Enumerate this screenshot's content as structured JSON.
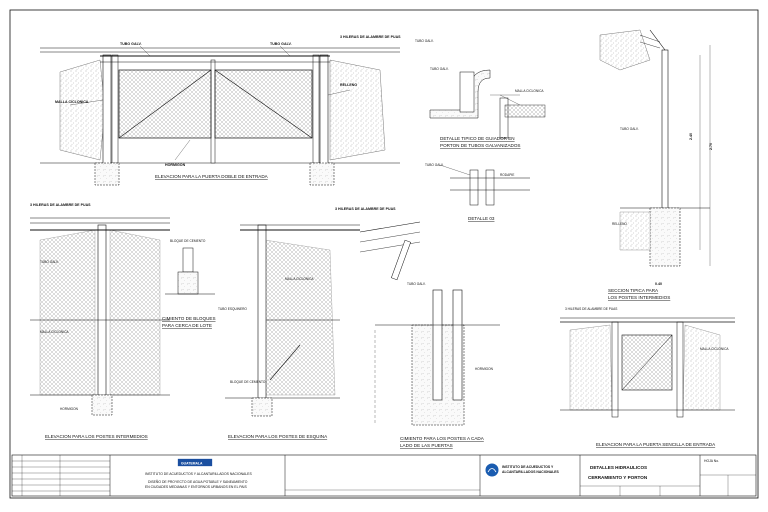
{
  "drawing": {
    "details": [
      {
        "id": "doble",
        "caption": "ELEVACION PARA LA PUERTA DOBLE DE ENTRADA"
      },
      {
        "id": "guiador",
        "caption": "DETALLE TIPICO DE GUIADOR EN",
        "caption2": "PORTON DE TUBOS GALVANIZADOS"
      },
      {
        "id": "d3",
        "caption": "DETALLE 03"
      },
      {
        "id": "seccion",
        "caption": "SECCION TIPICA PARA",
        "caption2": "LOS POSTES INTERMEDIOS"
      },
      {
        "id": "intermedios",
        "caption": "ELEVACION PARA LOS POSTES INTERMEDIOS"
      },
      {
        "id": "bloques",
        "caption": "CIMIENTO DE BLOQUES",
        "caption2": "PARA CERCA DE LOTE"
      },
      {
        "id": "esquina",
        "caption": "ELEVACION PARA LOS POSTES DE ESQUINA"
      },
      {
        "id": "cimiento",
        "caption": "CIMIENTO PARA LOS POSTES A CADA",
        "caption2": "LADO DE LAS PUERTAS"
      },
      {
        "id": "sencilla",
        "caption": "ELEVACION PARA LA PUERTA SENCILLA DE ENTRADA"
      }
    ],
    "labels": {
      "tubo_galv": "TUBO GALV.",
      "alambre_puas": "3 HILERAS DE ALAMBRE DE PUAS",
      "malla_ciclonica": "MALLA CICLONICA",
      "bloque_cemento": "BLOQUE DE CEMENTO",
      "relleno": "RELLENO",
      "hormigon": "HORMIGON",
      "tubo_esquinero": "TUBO ESQUINERO",
      "rodapie": "RODAPIE"
    },
    "dims": {
      "seccion_height_1": "2.40",
      "seccion_height_2": "2.70",
      "seccion_base": "0.40"
    }
  },
  "title_block": {
    "logo_text": "GUATEMALA",
    "org_line": "INSTITUTO DE ACUEDUCTOS Y ALCANTARILLADOS NACIONALES",
    "project_line1": "DISEÑO DE PROYECTO DE AGUA POTABLE Y SANEAMIENTO",
    "project_line2": "EN CIUDADES MEDIANAS Y ENTORNOS URBANOS EN EL PAIS",
    "agency_name1": "INSTITUTO DE ACUEDUCTOS Y",
    "agency_name2": "ALCANTARILLADOS NACIONALES",
    "sheet_title1": "DETALLES HIDRAULICOS",
    "sheet_title2": "CERRAMIENTO Y PORTON",
    "hoja_label": "HOJA No."
  }
}
